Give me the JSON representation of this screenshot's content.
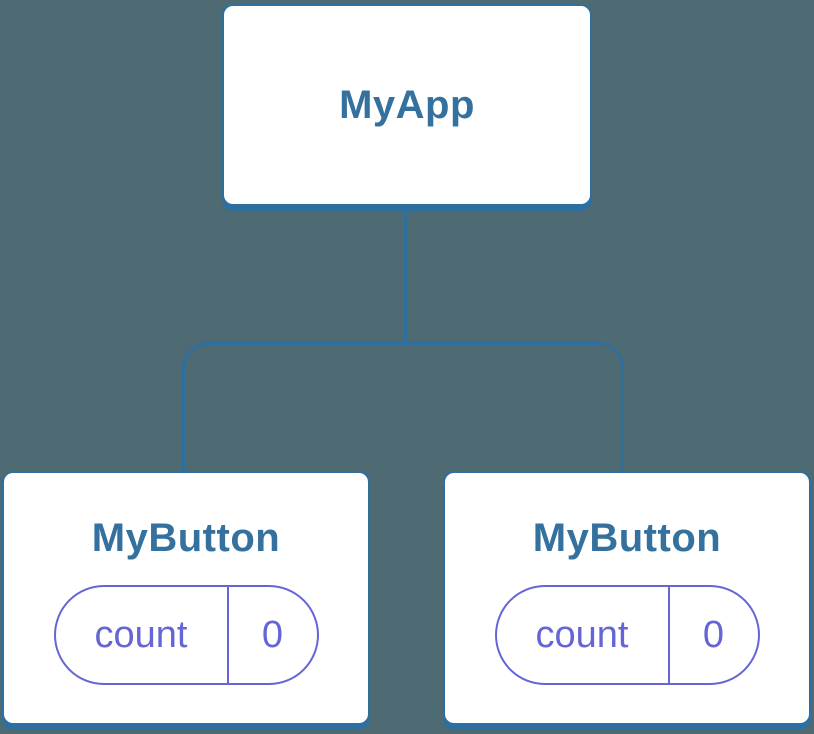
{
  "colors": {
    "background": "#4e6a72",
    "node_background": "#ffffff",
    "node_border_blue": "#2f6f9f",
    "node_text_blue": "#35719f",
    "state_purple": "#6565d5"
  },
  "tree": {
    "root": {
      "label": "MyApp"
    },
    "children": [
      {
        "label": "MyButton",
        "state": {
          "name": "count",
          "value": "0"
        }
      },
      {
        "label": "MyButton",
        "state": {
          "name": "count",
          "value": "0"
        }
      }
    ]
  }
}
